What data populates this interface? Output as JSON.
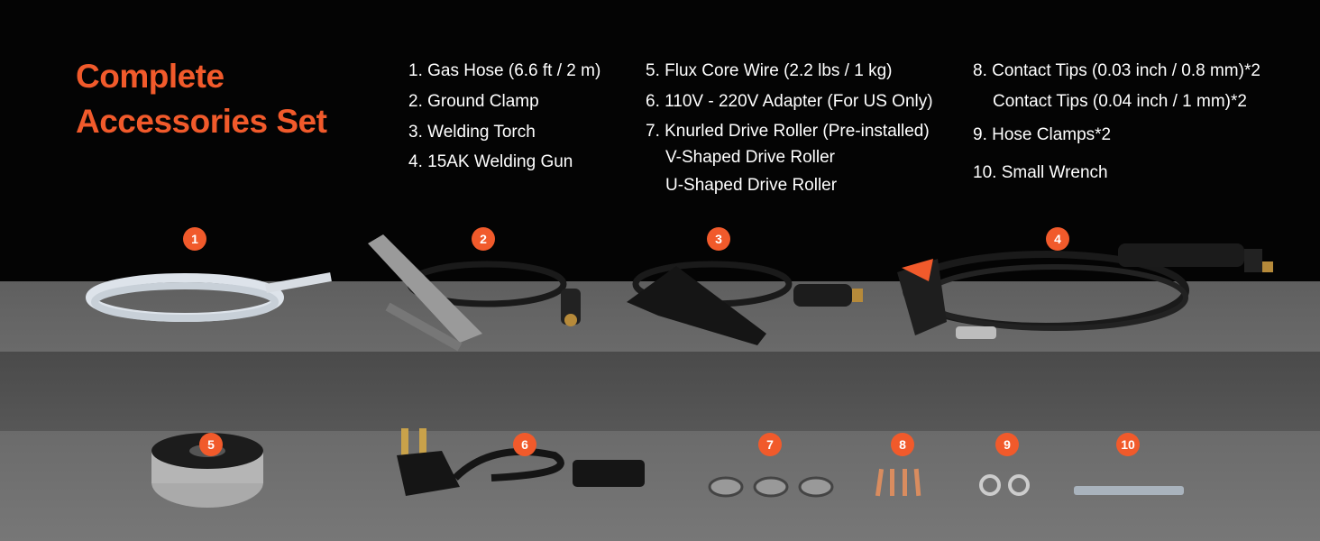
{
  "title": {
    "line1": "Complete",
    "line2": "Accessories Set"
  },
  "accent_color": "#f15a2b",
  "items": {
    "i1": "1. Gas Hose (6.6 ft / 2 m)",
    "i2": "2. Ground Clamp",
    "i3": "3. Welding Torch",
    "i4": "4. 15AK Welding Gun",
    "i5": "5. Flux Core Wire (2.2 lbs / 1 kg)",
    "i6": "6. 110V - 220V Adapter (For US Only)",
    "i7": "7. Knurled Drive Roller  (Pre-installed)",
    "i7b": "V-Shaped Drive Roller",
    "i7c": "U-Shaped Drive Roller",
    "i8": "8. Contact Tips (0.03 inch / 0.8 mm)*2",
    "i8b": "Contact Tips (0.04 inch / 1 mm)*2",
    "i9": "9. Hose Clamps*2",
    "i10": "10. Small Wrench"
  },
  "badges": [
    "1",
    "2",
    "3",
    "4",
    "5",
    "6",
    "7",
    "8",
    "9",
    "10"
  ]
}
